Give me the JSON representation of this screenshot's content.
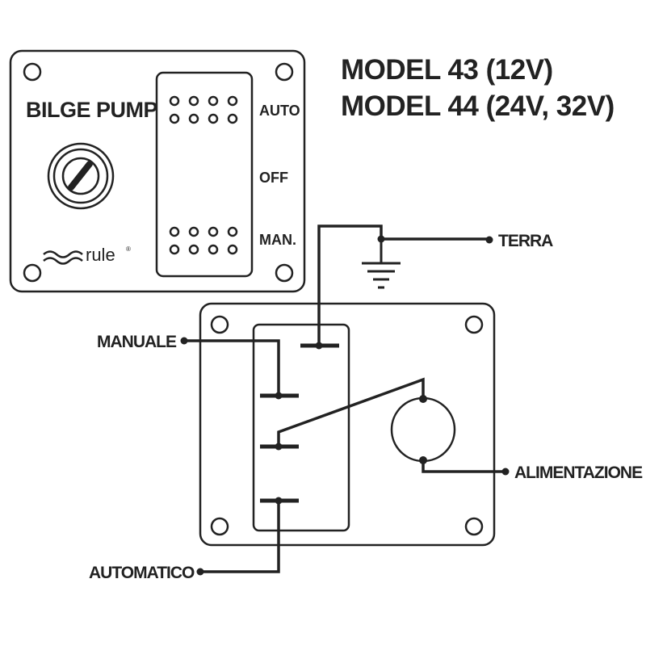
{
  "panel": {
    "title": "BILGE PUMP",
    "positions": {
      "auto": "AUTO",
      "off": "OFF",
      "man": "MAN."
    },
    "brand": {
      "name": "rule",
      "mark": "®"
    }
  },
  "models": {
    "line1": "MODEL 43 (12V)",
    "line2": "MODEL 44 (24V, 32V)"
  },
  "wiring": {
    "terra": "TERRA",
    "manuale": "MANUALE",
    "alimentazione": "ALIMENTAZIONE",
    "automatico": "AUTOMATICO"
  },
  "icons": [
    "knob-icon",
    "rule-logo-icon",
    "ground-symbol-icon",
    "fuse-icon"
  ],
  "colors": {
    "ink": "#222222",
    "background": "#ffffff"
  }
}
